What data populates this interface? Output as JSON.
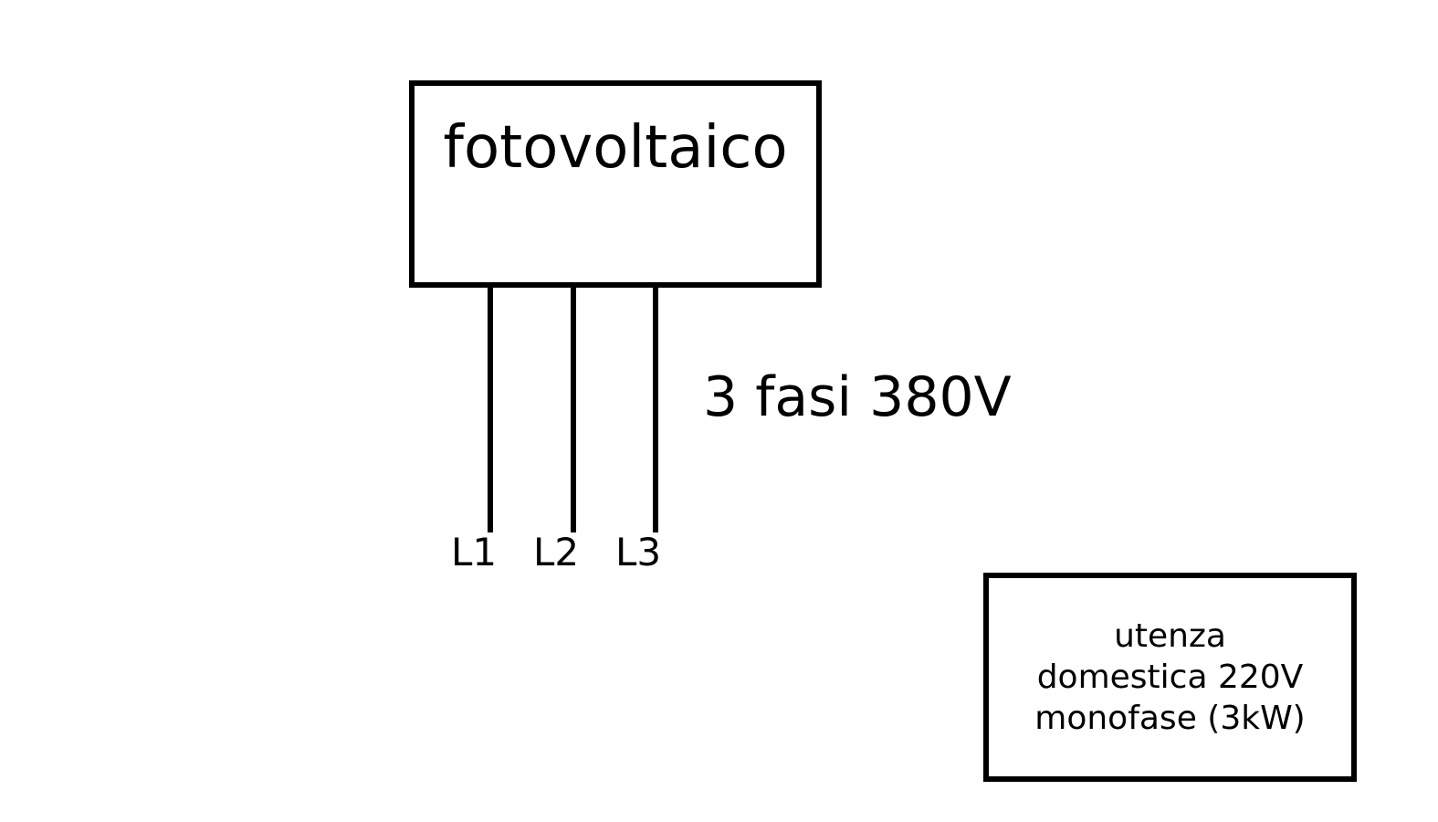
{
  "colors": {
    "ink": "#000000",
    "background": "#ffffff"
  },
  "diagram": {
    "source_box": {
      "label": "fotovoltaico"
    },
    "phases": [
      {
        "label": "L1"
      },
      {
        "label": "L2"
      },
      {
        "label": "L3"
      }
    ],
    "bus_label": "3 fasi 380V",
    "load_box": {
      "lines": [
        "utenza",
        "domestica 220V",
        "monofase (3kW)"
      ]
    }
  }
}
